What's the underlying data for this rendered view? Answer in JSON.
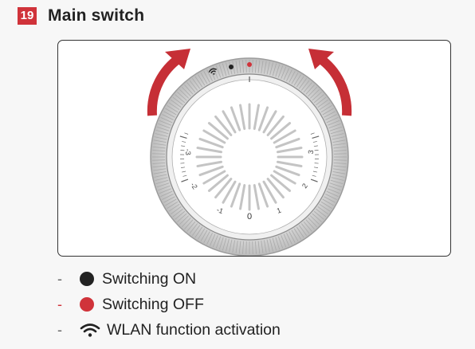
{
  "section": {
    "number": "19",
    "title": "Main switch"
  },
  "dial": {
    "top_marker": "I",
    "bottom_label": "0",
    "scale_labels_left": [
      "-1",
      "-2",
      "-3"
    ],
    "scale_labels_right": [
      "1",
      "2",
      "3"
    ],
    "indicator_colors": {
      "on": "#222222",
      "off": "#d0333a"
    }
  },
  "legend": [
    {
      "dash": "-",
      "icon": "black-dot-icon",
      "color": "#222222",
      "label": "Switching ON"
    },
    {
      "dash": "-",
      "icon": "red-dot-icon",
      "color": "#d0333a",
      "label": "Switching OFF"
    },
    {
      "dash": "-",
      "icon": "wifi-icon",
      "color": "#222222",
      "label": "WLAN function activation"
    }
  ],
  "colors": {
    "accent_red": "#d0333a",
    "badge_red": "#d0333a"
  }
}
